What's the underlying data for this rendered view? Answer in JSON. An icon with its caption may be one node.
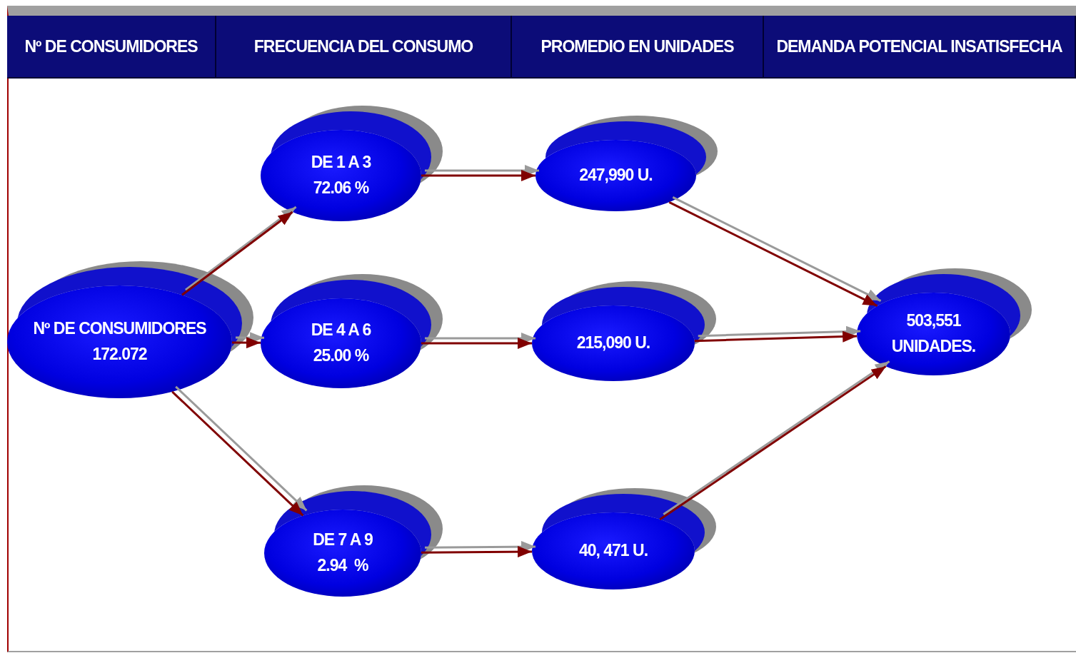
{
  "diagram": {
    "nodes": [
      {
        "text": [
          "Nº DE CONSUMIDORES",
          "172.072"
        ]
      },
      {
        "text": [
          "DE 1 A 3",
          "72.06 %"
        ]
      },
      {
        "text": [
          "DE 4 A 6",
          "25.00 %"
        ]
      },
      {
        "text": [
          "DE 7 A 9",
          "2.94  %"
        ]
      },
      {
        "text": [
          "247,990 U."
        ]
      },
      {
        "text": [
          "215,090 U."
        ]
      },
      {
        "text": [
          "40, 471 U."
        ]
      },
      {
        "text": [
          "503,551 UNIDADES."
        ]
      }
    ],
    "edges": [
      {
        "from": 0,
        "to": 1,
        "arrow": "to"
      },
      {
        "from": 0,
        "to": 2,
        "arrow": "to"
      },
      {
        "from": 0,
        "to": 3,
        "arrow": "to"
      },
      {
        "from": 1,
        "to": 4,
        "arrow": "to"
      },
      {
        "from": 2,
        "to": 5,
        "arrow": "to"
      },
      {
        "from": 3,
        "to": 6,
        "arrow": "to"
      },
      {
        "from": 4,
        "to": 7,
        "arrow": "to"
      },
      {
        "from": 5,
        "to": 7,
        "arrow": "to"
      },
      {
        "from": 6,
        "to": 7,
        "arrow": "to"
      }
    ],
    "labels": [
      "Nº DE CONSUMIDORES",
      "FRECUENCIA DEL CONSUMO",
      "PROMEDIO EN UNIDADES",
      "DEMANDA POTENCIAL INSATISFECHA"
    ]
  }
}
